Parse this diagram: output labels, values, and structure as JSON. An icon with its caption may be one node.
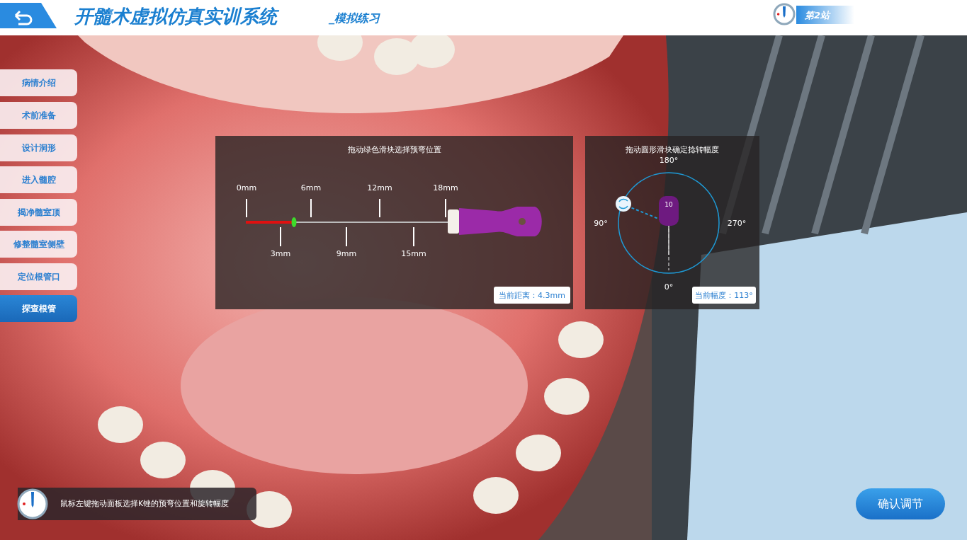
{
  "diagram": {
    "title": "开髓术虚拟仿真实训系统",
    "nodes": [
      {
        "text": [
          "第2站"
        ]
      },
      {
        "text": [
          "病情介绍"
        ]
      },
      {
        "text": [
          "术前准备"
        ]
      },
      {
        "text": [
          "设计洞形"
        ]
      },
      {
        "text": [
          "进入髓腔"
        ]
      },
      {
        "text": [
          "揭净髓室顶"
        ]
      },
      {
        "text": [
          "修整髓室侧壁"
        ]
      },
      {
        "text": [
          "定位根管口"
        ]
      },
      {
        "text": [
          "探查根管"
        ]
      },
      {
        "text": [
          "拖动绿色滑块选择预弯位置"
        ]
      },
      {
        "text": [
          "当前距离：4.3mm"
        ],
        "in": 9
      },
      {
        "text": [
          "拖动圆形滑块确定捻转幅度"
        ]
      },
      {
        "text": [
          "当前幅度：113°"
        ],
        "in": 11
      },
      {
        "text": [
          "鼠标左键拖动面板选择K锉的预弯位置和旋转幅度"
        ]
      },
      {
        "text": [
          "确认调节"
        ]
      }
    ],
    "labels": [
      "_模拟练习",
      "0mm",
      "3mm",
      "6mm",
      "9mm",
      "12mm",
      "15mm",
      "18mm",
      "180°",
      "90°",
      "270°",
      "0°",
      "10"
    ]
  }
}
